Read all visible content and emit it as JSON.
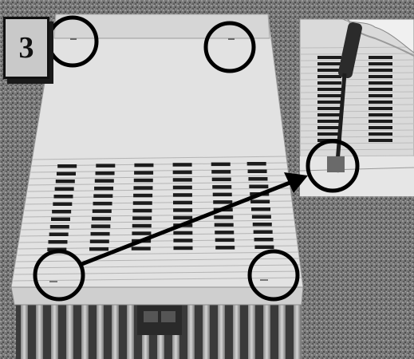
{
  "photo": {
    "step_badge": {
      "number": "3"
    },
    "callouts": [
      {
        "name": "screw-top-left",
        "kind": "screw-location"
      },
      {
        "name": "screw-top-right",
        "kind": "screw-location"
      },
      {
        "name": "screw-bottom-left",
        "kind": "screw-location"
      },
      {
        "name": "screw-bottom-right",
        "kind": "screw-location"
      },
      {
        "name": "screw-inset-detail",
        "kind": "zoom-detail"
      }
    ],
    "arrow": {
      "from": "screw-bottom-left",
      "to": "screw-inset-detail"
    },
    "colors": {
      "carpet": "#6e6e6e",
      "chassis_top": "#dcdcdc",
      "vent_slot": "#1c1c1c",
      "heatsink_fin": "#bdbdbd",
      "callout_stroke": "#000000"
    }
  }
}
